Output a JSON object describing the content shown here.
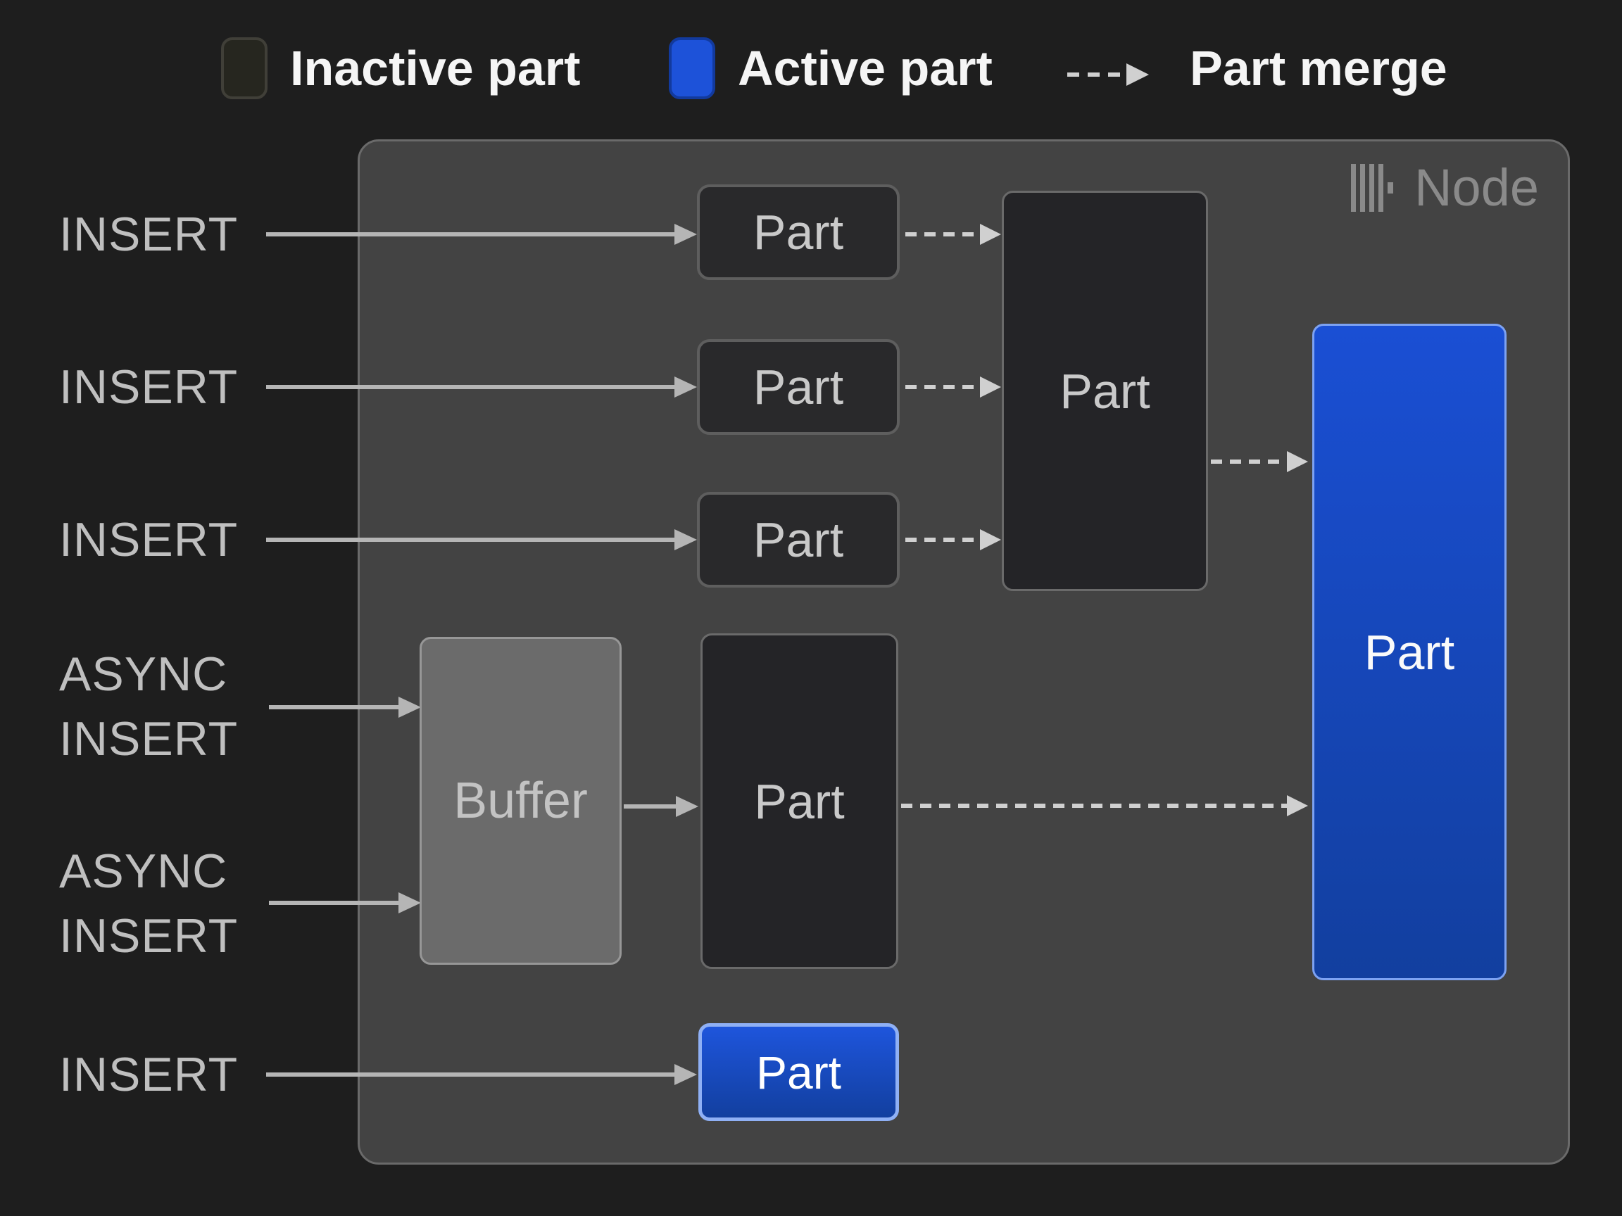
{
  "legend": {
    "items": [
      {
        "label": "Inactive part",
        "swatch_color": "#26261f"
      },
      {
        "label": "Active part",
        "swatch_color": "#1d52d9"
      },
      {
        "label": "Part merge",
        "swatch_color": "dashed-arrow"
      }
    ]
  },
  "node": {
    "title": "Node",
    "icon": "clickhouse-logo-icon"
  },
  "inputs": [
    {
      "label": "INSERT"
    },
    {
      "label": "INSERT"
    },
    {
      "label": "INSERT"
    },
    {
      "line1": "ASYNC",
      "line2": "INSERT"
    },
    {
      "line1": "ASYNC",
      "line2": "INSERT"
    },
    {
      "label": "INSERT"
    }
  ],
  "boxes": {
    "small_parts": [
      "Part",
      "Part",
      "Part"
    ],
    "merged_part": "Part",
    "buffer": "Buffer",
    "buffered_part": "Part",
    "active_part_tall": "Part",
    "active_part_bottom": "Part"
  },
  "colors": {
    "page_bg": "#1e1e1e",
    "node_bg": "#434343",
    "node_border": "#6a6a6a",
    "inactive_part_bg": "#29292b",
    "inactive_part_border": "#5e5e5e",
    "active_part_blue_top": "#1a4fd4",
    "active_part_blue_bottom": "#123f9f",
    "active_part_border": "#7da2f2",
    "buffer_bg": "#6b6b6b",
    "buffer_border": "#979797",
    "solid_arrow": "#b5b5b5",
    "dashed_arrow": "#d0d0d0",
    "input_label_text": "#bfbfbf",
    "box_label_text": "#c9c9c9",
    "legend_text": "#f5f5f5",
    "node_title_text": "#8a8a8a"
  }
}
